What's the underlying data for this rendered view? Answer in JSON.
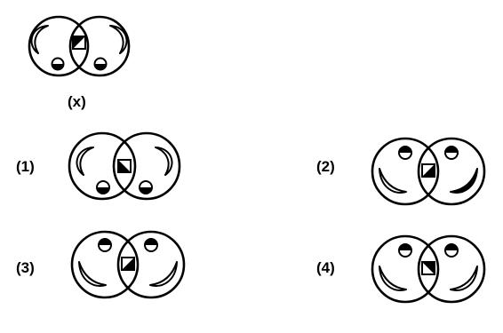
{
  "colors": {
    "ink": "#000000",
    "paper": "#ffffff"
  },
  "question_figure": {
    "label": "(x)"
  },
  "options": [
    {
      "label": "(1)"
    },
    {
      "label": "(2)"
    },
    {
      "label": "(3)"
    },
    {
      "label": "(4)"
    }
  ]
}
